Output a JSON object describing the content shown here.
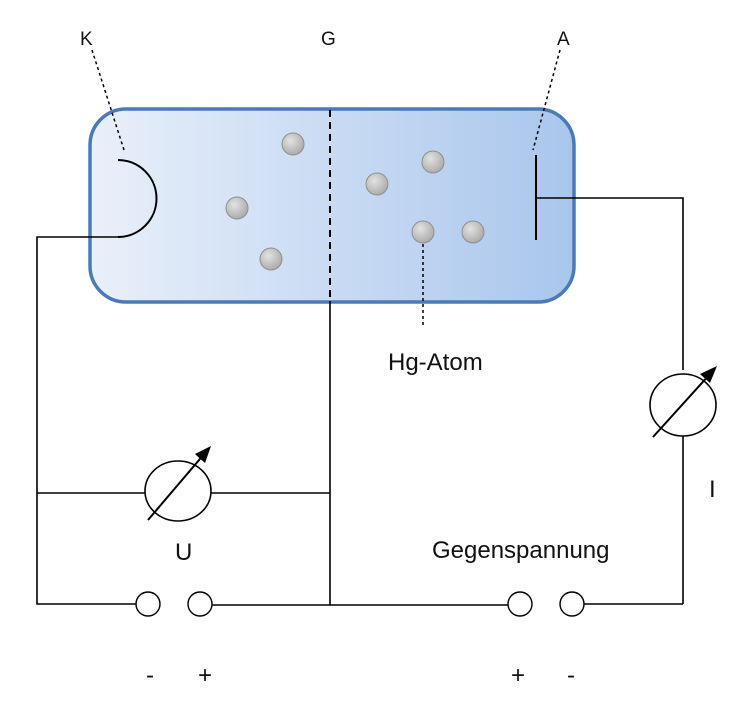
{
  "labels": {
    "cathode": "K",
    "grid": "G",
    "anode": "A",
    "atom": "Hg-Atom",
    "voltage_u": "U",
    "current_i": "I",
    "counter_voltage": "Gegenspannung",
    "minus_left": "-",
    "plus_left": "+",
    "plus_right": "+",
    "minus_right": "-"
  },
  "colors": {
    "tube_border": "#4a7ab8",
    "tube_fill_light": "#e9f0fa",
    "tube_fill_dark": "#a9c6ec",
    "atom_fill": "#c4c4c4",
    "wire": "#000000"
  }
}
